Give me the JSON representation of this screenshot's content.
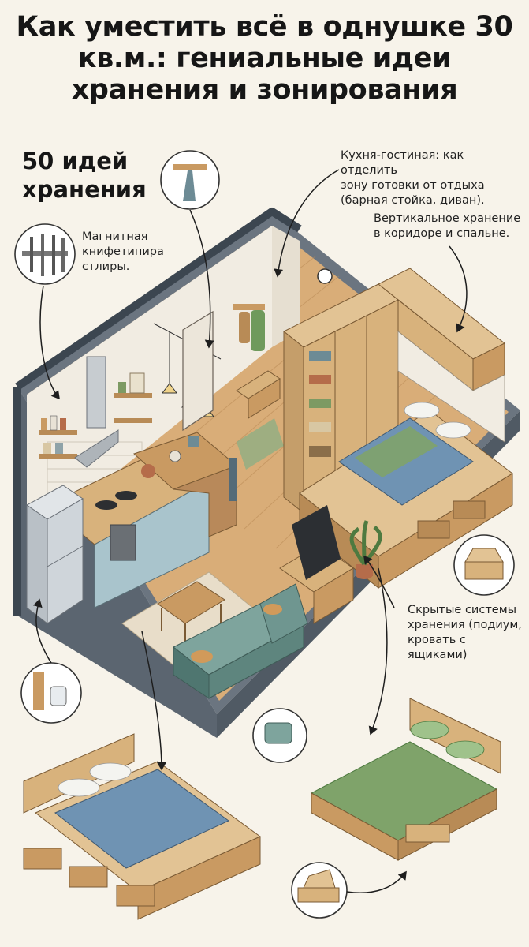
{
  "title": "Как уместить всё в однушке 30 кв.м.: гениальные идеи хранения и зонирования",
  "subtitle": "50 идей хранения",
  "callouts": {
    "kitchen_living": "Кухня-гостиная: как отделить\nзону готовки от отдыха\n(барная стойка, диван).",
    "vertical_storage": "Вертикальное хранение\nв коридоре и спальне.",
    "magnetic_knives": "Магнитная\nкнифетипира\nстлиры.",
    "hidden_storage": "Скрытые системы\nхранения (подиум,\nкровать с ящиками)"
  },
  "palette": {
    "wall_outline": "#3c4650",
    "floor_wood": "#d9ad78",
    "cabinet_blue": "#a9c4cc",
    "sofa_teal": "#6f9690",
    "bed_blue": "#6f93b3",
    "bed_green": "#7fa36a",
    "wood_light": "#d8b27c"
  }
}
